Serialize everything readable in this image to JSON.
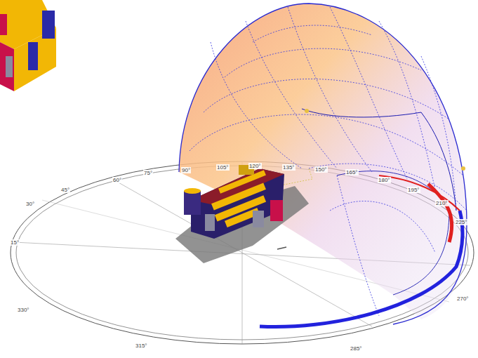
{
  "diagram": {
    "labels": [
      "15°",
      "30°",
      "45°",
      "60°",
      "75°",
      "90°",
      "105°",
      "120°",
      "135°",
      "150°",
      "165°",
      "180°",
      "195°",
      "210°",
      "225°",
      "270°",
      "285°",
      "315°",
      "330°"
    ]
  }
}
